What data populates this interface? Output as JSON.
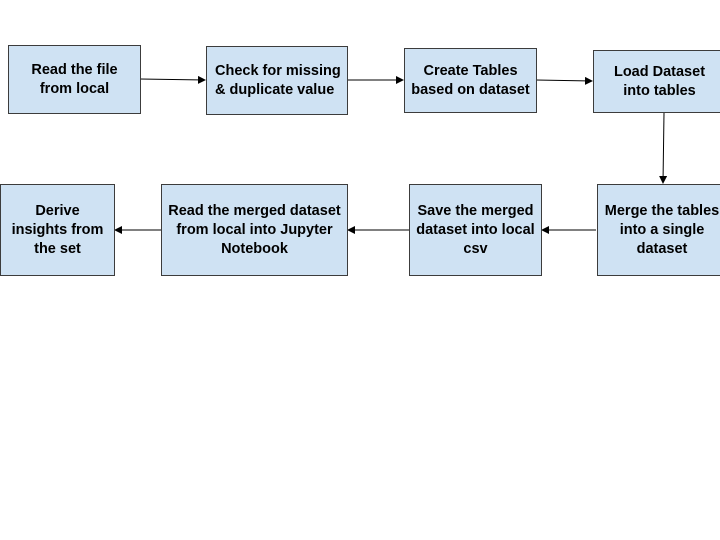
{
  "flowchart": {
    "nodes": [
      {
        "id": "read-file",
        "label": "Read the file from local"
      },
      {
        "id": "check-missing",
        "label": "Check for missing & duplicate value"
      },
      {
        "id": "create-tables",
        "label": "Create Tables based on dataset"
      },
      {
        "id": "load-dataset",
        "label": "Load Dataset into tables"
      },
      {
        "id": "merge-tables",
        "label": "Merge the tables into a single dataset"
      },
      {
        "id": "save-merged",
        "label": "Save the merged dataset into local csv"
      },
      {
        "id": "read-merged",
        "label": "Read the merged dataset from local into Jupyter Notebook"
      },
      {
        "id": "derive-insights",
        "label": "Derive insights from the set"
      }
    ],
    "edges": [
      {
        "from": "read-file",
        "to": "check-missing"
      },
      {
        "from": "check-missing",
        "to": "create-tables"
      },
      {
        "from": "create-tables",
        "to": "load-dataset"
      },
      {
        "from": "load-dataset",
        "to": "merge-tables"
      },
      {
        "from": "merge-tables",
        "to": "save-merged"
      },
      {
        "from": "save-merged",
        "to": "read-merged"
      },
      {
        "from": "read-merged",
        "to": "derive-insights"
      }
    ],
    "colors": {
      "node_fill": "#cfe2f3",
      "node_border": "#3c3c3c",
      "arrow": "#000000"
    }
  }
}
